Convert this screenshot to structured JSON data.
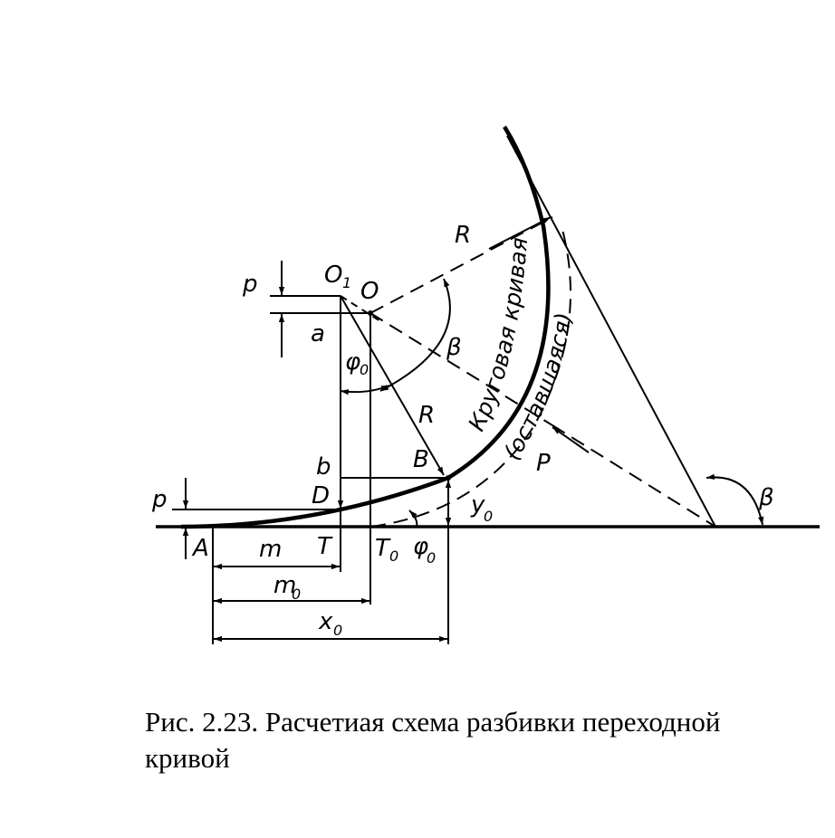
{
  "caption": {
    "line1": "Рис. 2.23. Расчетиая схема разбивки переходной",
    "line2": "кривой"
  },
  "labels": {
    "O1": "O",
    "O1_sub": "1",
    "O": "O",
    "p_left": "p",
    "a": "a",
    "phi0_upper": "φ",
    "phi0_upper_sub": "0",
    "R_upper": "R",
    "R_lower": "R",
    "beta_inner": "β",
    "beta_outer": "β",
    "b": "b",
    "B": "B",
    "p_lower": "p",
    "D": "D",
    "A": "A",
    "m": "m",
    "T": "T",
    "T0": "T",
    "T0_sub": "0",
    "phi0_lower": "φ",
    "phi0_lower_sub": "0",
    "y0": "y",
    "y0_sub": "0",
    "p_right": "P",
    "m0": "m",
    "m0_sub": "0",
    "x0": "x",
    "x0_sub": "0",
    "circular_curve": "Круговая кривая",
    "remaining": "(оставшаяся)"
  }
}
